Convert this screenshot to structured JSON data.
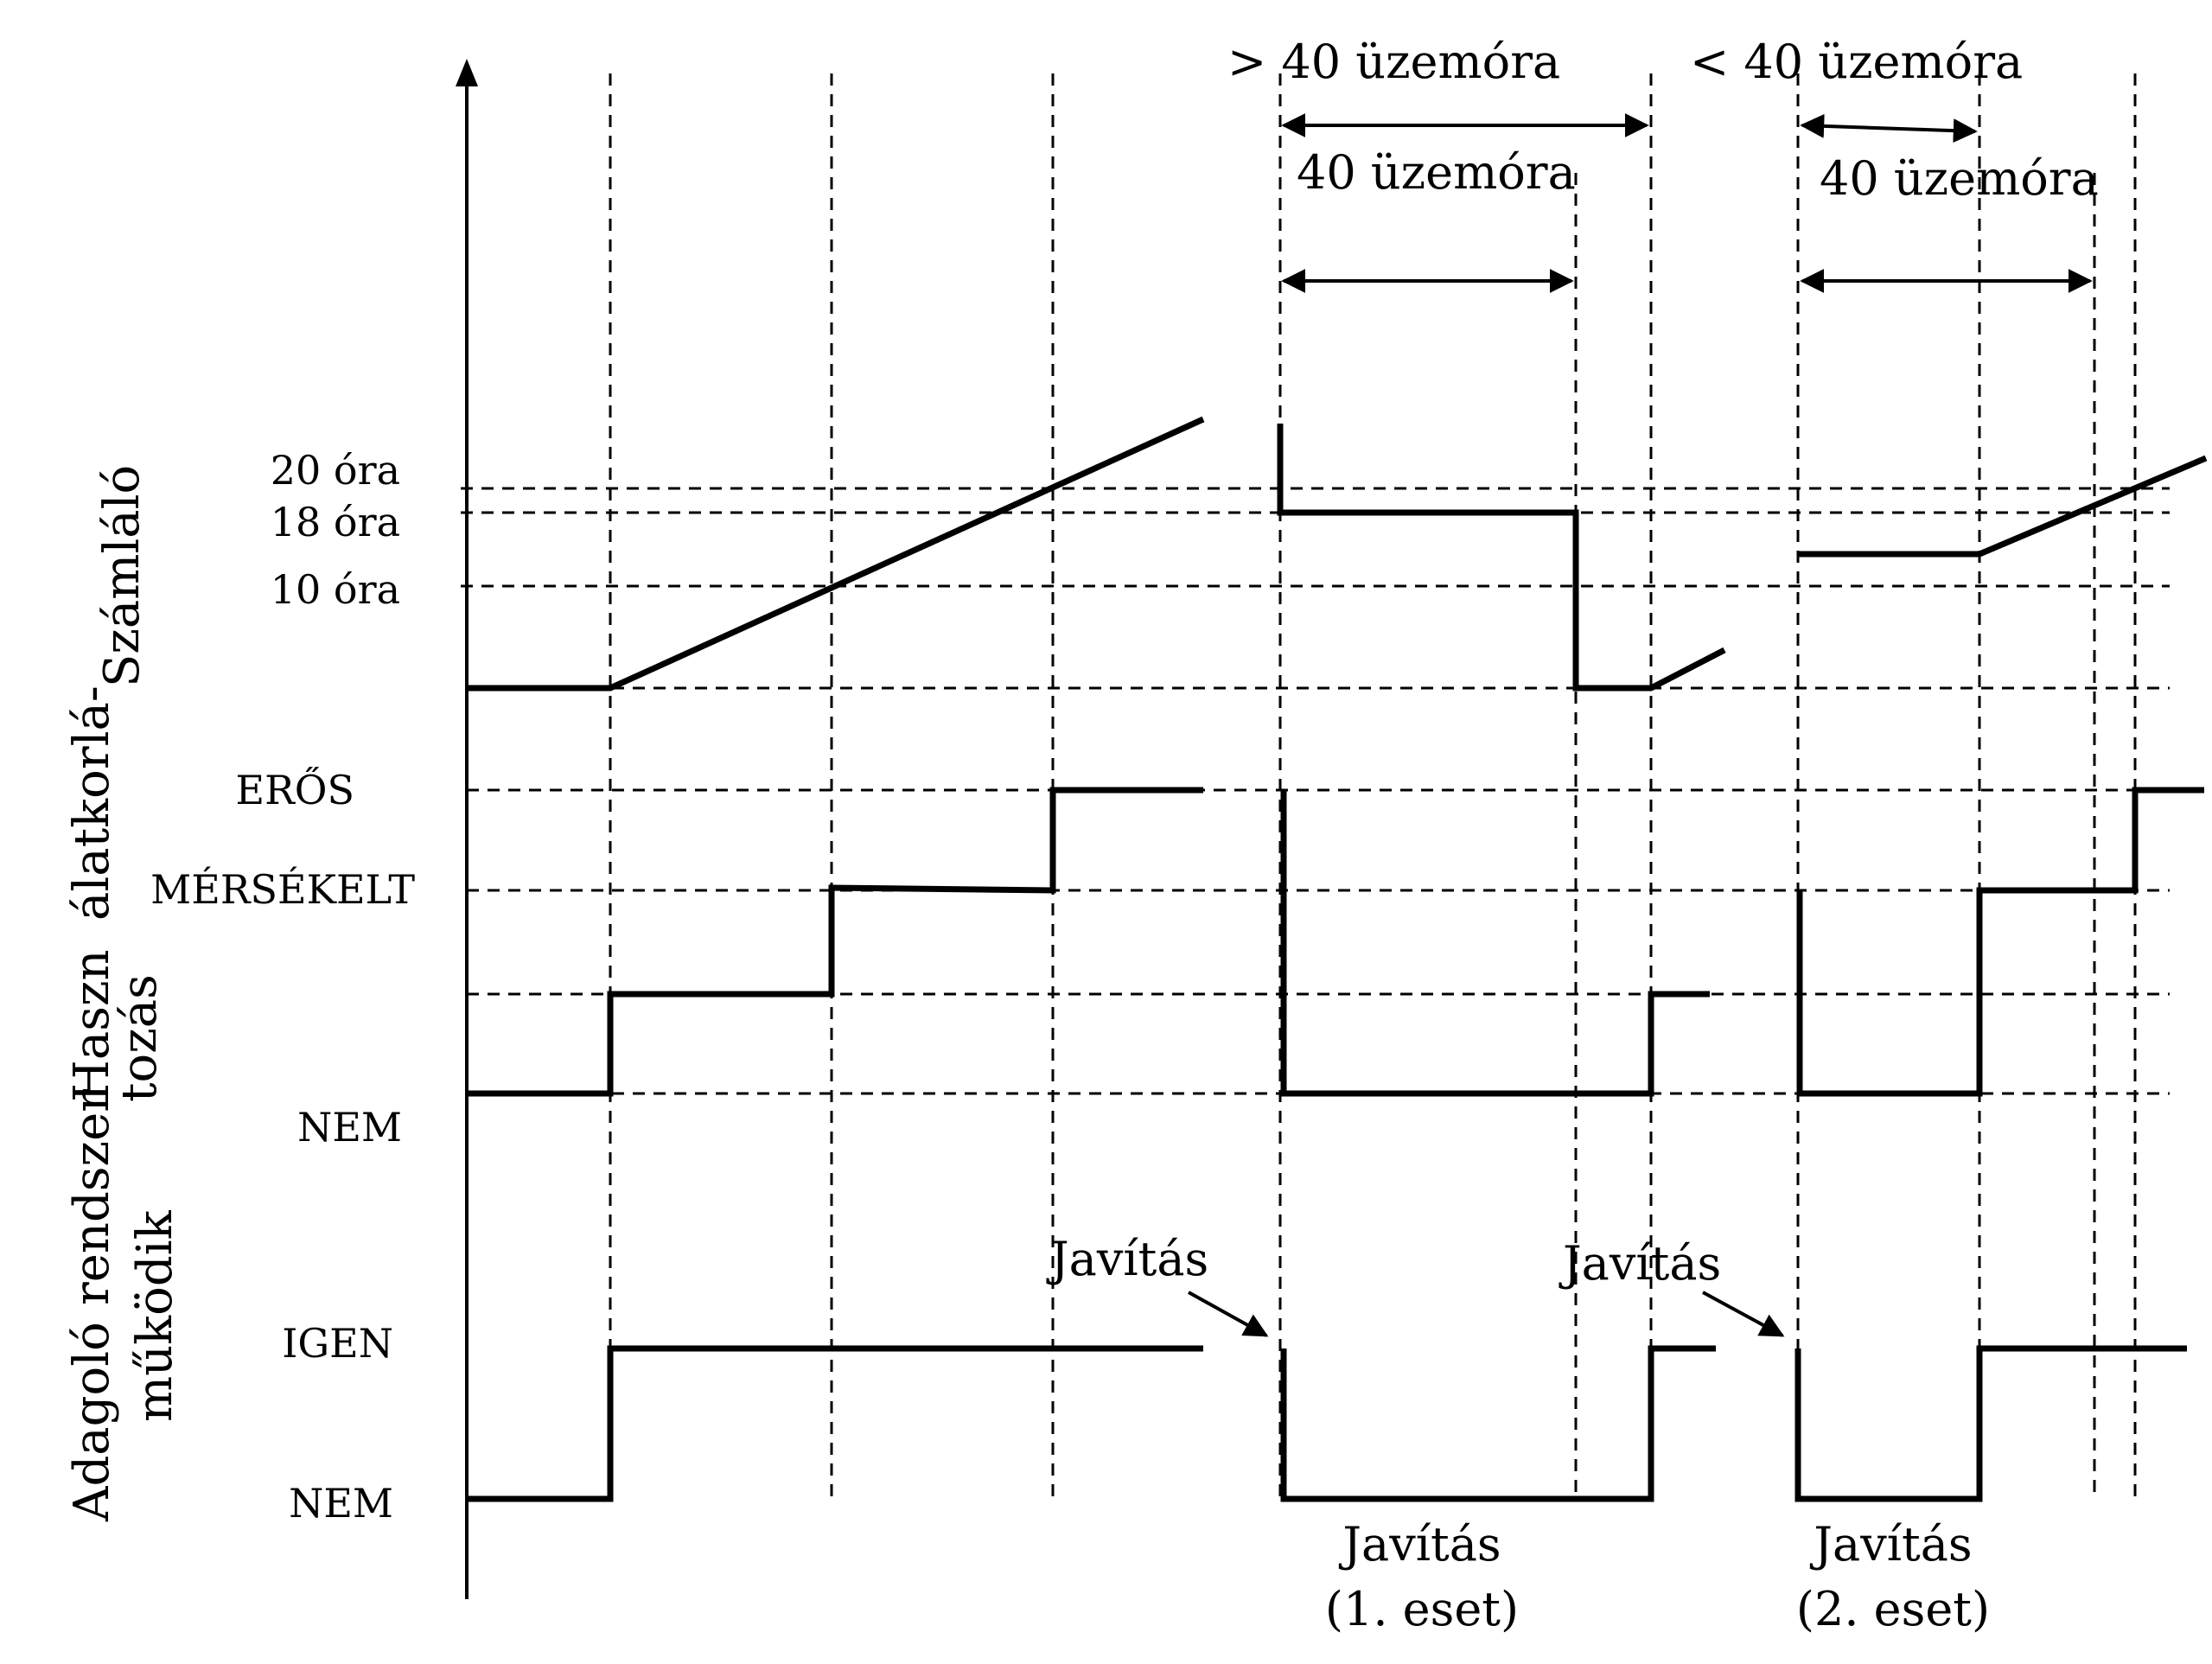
{
  "top_annotations": {
    "greater_than": "> 40 üzemóra",
    "less_than": "< 40 üzemóra",
    "case1_interval": "40 üzemóra",
    "case2_interval": "40 üzemóra"
  },
  "counter_levels": {
    "h20": "20 óra",
    "h18": "18 óra",
    "h10": "10 óra"
  },
  "usage_levels": {
    "strong": "ERŐS",
    "moderate": "MÉRSÉKELT",
    "none": "NEM"
  },
  "dosing_levels": {
    "yes": "IGEN",
    "no": "NEM"
  },
  "side_labels": {
    "counter_a": "Haszn",
    "counter_b": "álatkorlá-",
    "counter_c": "Számláló",
    "usage": "tozás",
    "dosing_a": "Adagoló",
    "dosing_b": "rendszer",
    "dosing_c": "működik"
  },
  "repair_arrows": {
    "left": "Javítás",
    "right": "Javítás"
  },
  "repair_cases": {
    "case1_title": "Javítás",
    "case1_sub": "(1. eset)",
    "case2_title": "Javítás",
    "case2_sub": "(2. eset)"
  }
}
